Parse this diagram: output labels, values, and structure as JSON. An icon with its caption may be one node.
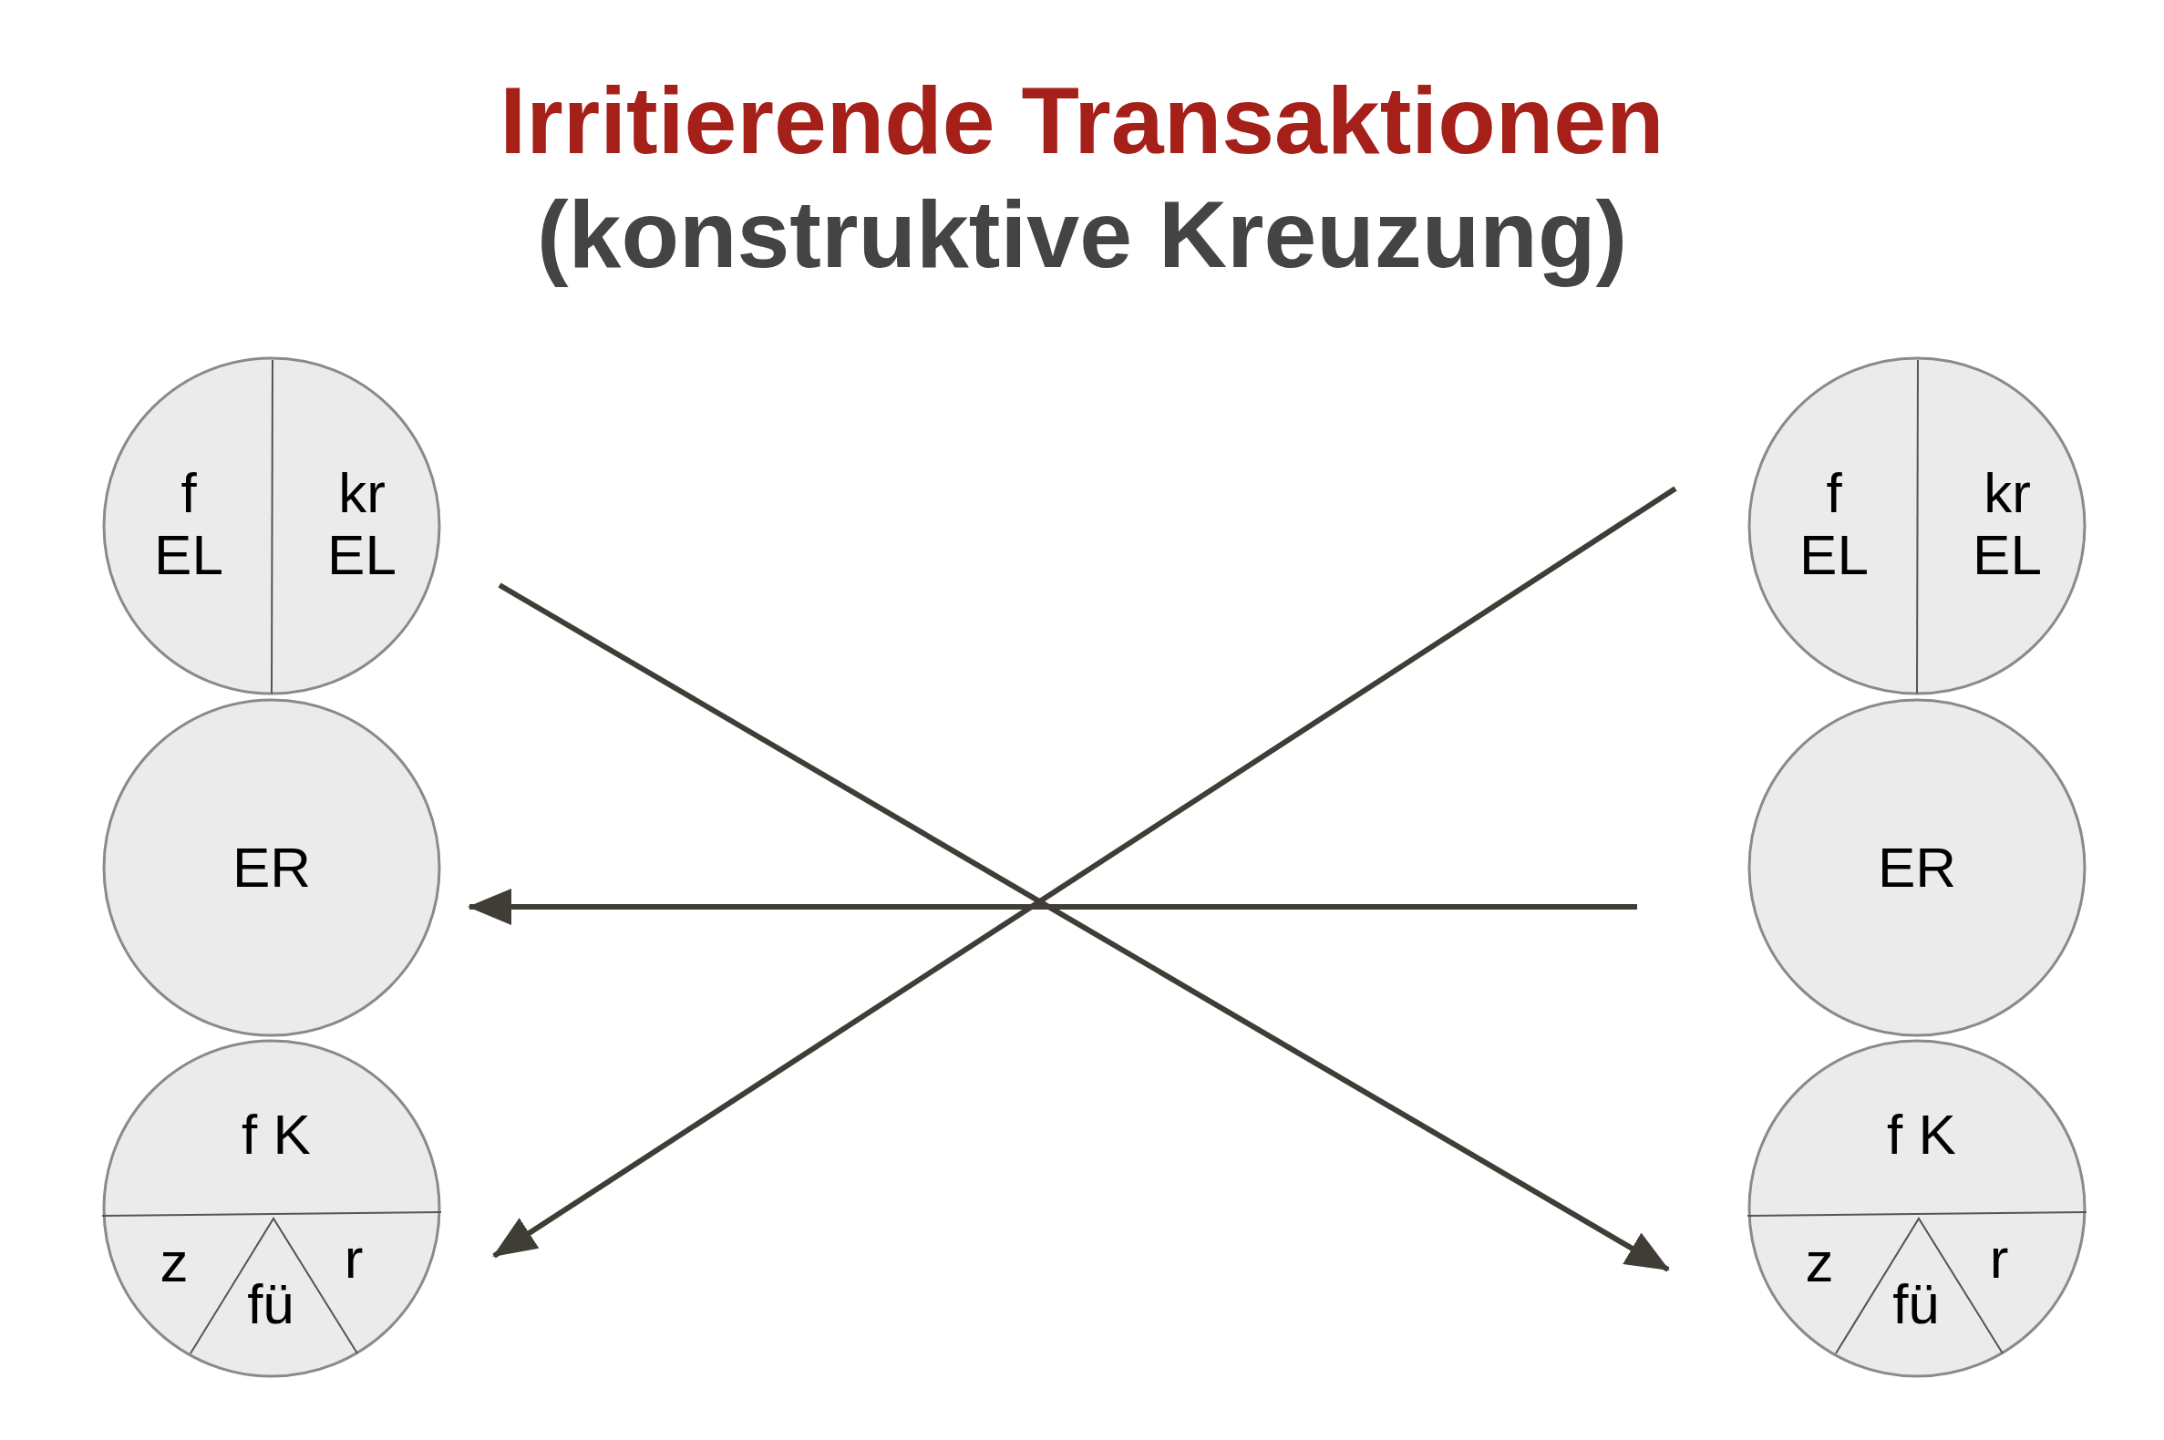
{
  "diagram": {
    "title": "Irritierende Transaktionen",
    "nodes": [
      {
        "text": [
          "f EL",
          "kr EL"
        ]
      },
      {
        "text": [
          "f EL",
          "kr EL"
        ]
      },
      {
        "text": [
          "ER"
        ]
      },
      {
        "text": [
          "ER"
        ]
      },
      {
        "text": [
          "f K",
          "z",
          "fü",
          "r"
        ]
      },
      {
        "text": [
          "f K",
          "z",
          "fü",
          "r"
        ]
      }
    ],
    "edges": [
      {
        "from": 0,
        "to": 5,
        "arrow": "to"
      },
      {
        "from": 1,
        "to": 4,
        "arrow": "to"
      },
      {
        "from": 3,
        "to": 2,
        "arrow": "to"
      }
    ],
    "labels": [
      "(konstruktive Kreuzung)"
    ]
  }
}
